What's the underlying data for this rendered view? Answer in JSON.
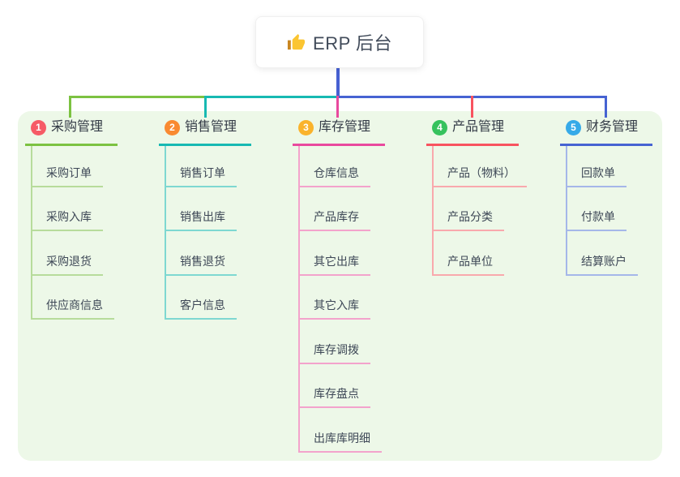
{
  "root": {
    "label": "ERP 后台",
    "icon": "thumbs-up-icon"
  },
  "canvas": {
    "background": "#edf8e8"
  },
  "connector": {
    "root_stem_color": "#4660d2"
  },
  "branches": [
    {
      "index": "1",
      "label": "采购管理",
      "badge_color": "#f65b66",
      "line_color": "#7cc241",
      "item_line_color": "#b7dc9b",
      "items": [
        "采购订单",
        "采购入库",
        "采购退货",
        "供应商信息"
      ]
    },
    {
      "index": "2",
      "label": "销售管理",
      "badge_color": "#f98a31",
      "line_color": "#17b9b2",
      "item_line_color": "#7ed8d1",
      "items": [
        "销售订单",
        "销售出库",
        "销售退货",
        "客户信息"
      ]
    },
    {
      "index": "3",
      "label": "库存管理",
      "badge_color": "#fab32c",
      "line_color": "#e9499e",
      "item_line_color": "#f3a3cc",
      "items": [
        "仓库信息",
        "产品库存",
        "其它出库",
        "其它入库",
        "库存调拨",
        "库存盘点",
        "出库库明细"
      ]
    },
    {
      "index": "4",
      "label": "产品管理",
      "badge_color": "#36c25d",
      "line_color": "#f8535f",
      "item_line_color": "#f9a9ad",
      "items": [
        "产品（物料）",
        "产品分类",
        "产品单位"
      ]
    },
    {
      "index": "5",
      "label": "财务管理",
      "badge_color": "#36aae8",
      "line_color": "#4663d2",
      "item_line_color": "#a5b7e9",
      "items": [
        "回款单",
        "付款单",
        "结算账户"
      ]
    }
  ]
}
